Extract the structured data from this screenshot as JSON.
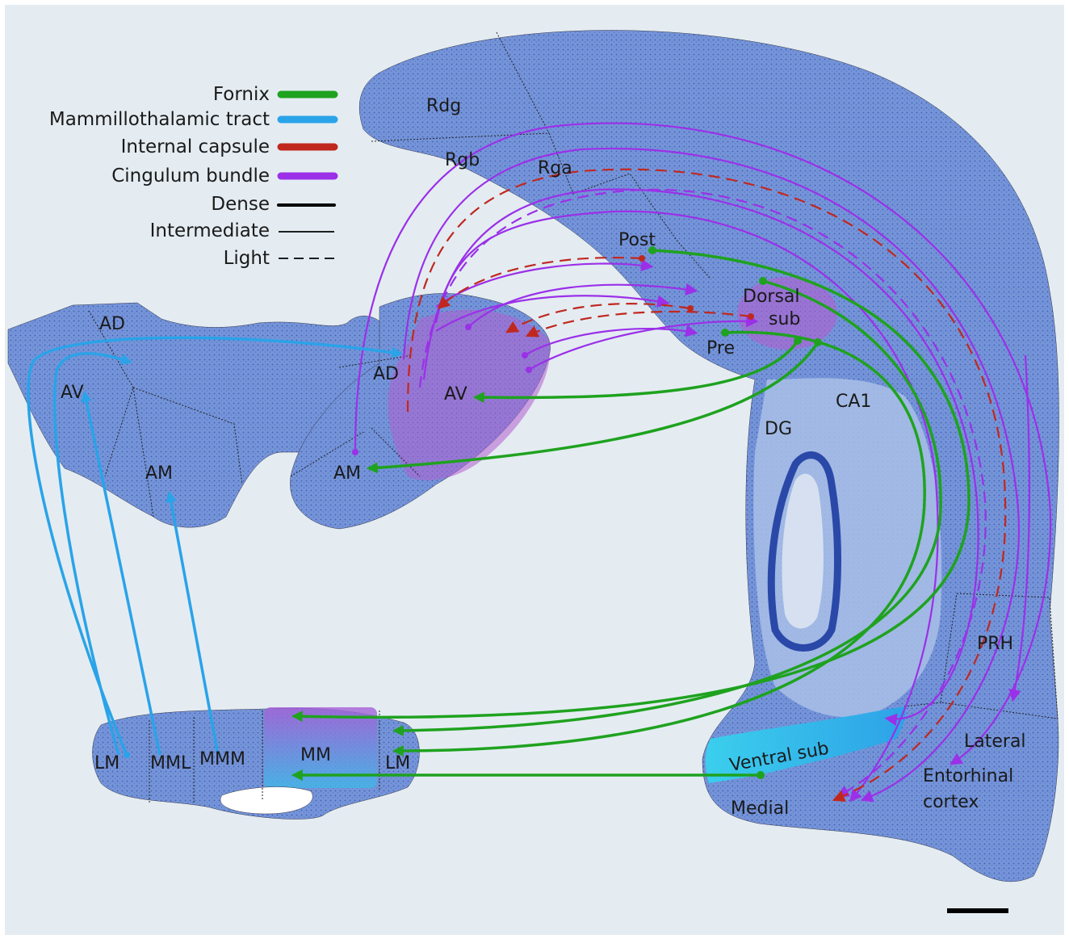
{
  "legend": {
    "fornix": "Fornix",
    "mammillothalamic": "Mammillothalamic tract",
    "internal_capsule": "Internal capsule",
    "cingulum": "Cingulum bundle",
    "dense": "Dense",
    "intermediate": "Intermediate",
    "light": "Light"
  },
  "colors": {
    "fornix": "#1fa21f",
    "mammillothalamic": "#2aa3e8",
    "internal_capsule": "#c0281f",
    "cingulum": "#9b30e8",
    "tissue": "#6f8fd6",
    "tissue_dark": "#4a6cc4",
    "background": "#e4ecf2"
  },
  "regions": {
    "rdg": "Rdg",
    "rgb": "Rgb",
    "rga": "Rga",
    "post": "Post",
    "dorsal_sub_1": "Dorsal",
    "dorsal_sub_2": "sub",
    "pre": "Pre",
    "ca1": "CA1",
    "dg": "DG",
    "prh": "PRH",
    "ventral_sub": "Ventral sub",
    "lateral": "Lateral",
    "entorhinal_1": "Entorhinal",
    "entorhinal_2": "cortex",
    "medial": "Medial",
    "ad_left": "AD",
    "av_left": "AV",
    "am_left": "AM",
    "ad_right": "AD",
    "av_right": "AV",
    "am_right": "AM",
    "lm_left": "LM",
    "mml": "MML",
    "mmm": "MMM",
    "mm": "MM",
    "lm_right": "LM"
  }
}
